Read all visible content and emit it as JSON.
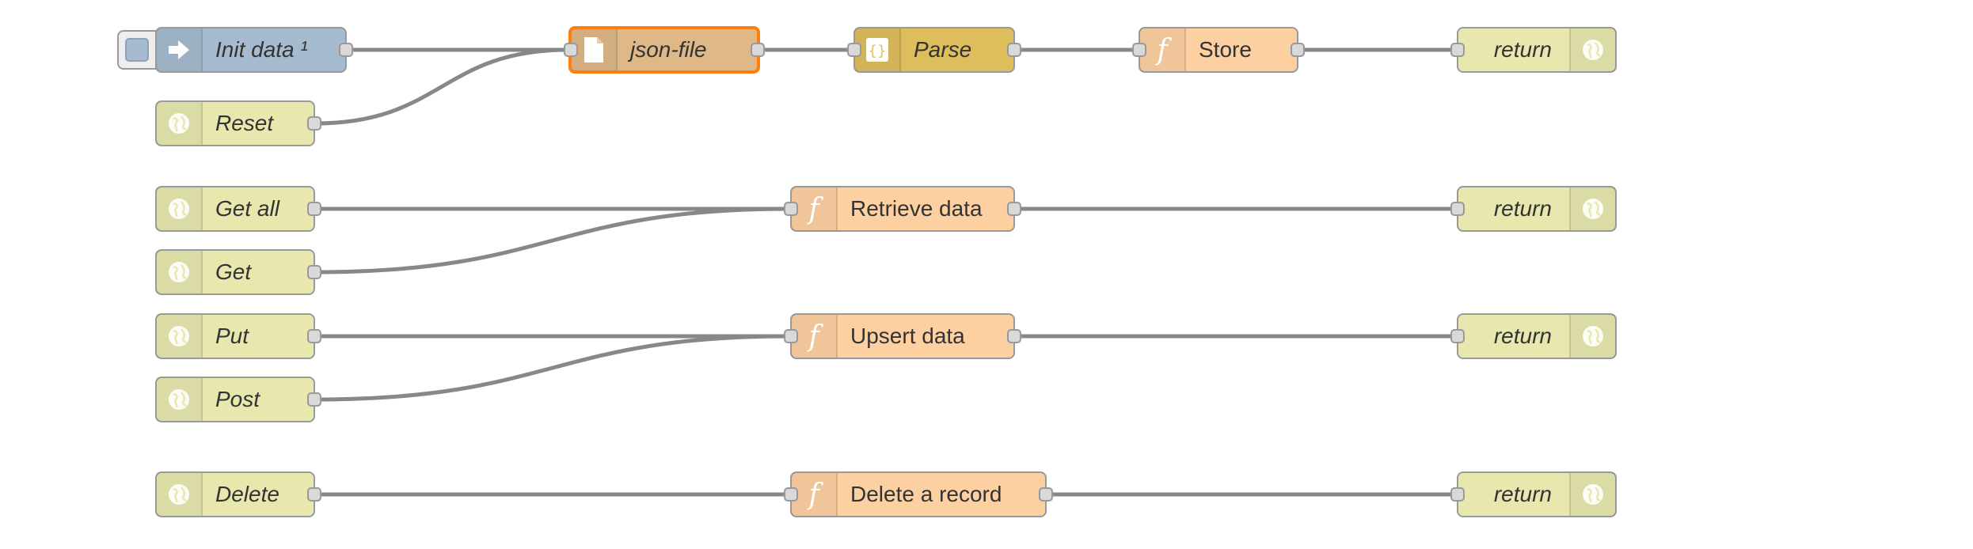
{
  "colors": {
    "inject": "#a6bbcf",
    "file": "#deb887",
    "json": "#debd5c",
    "function": "#fdd0a2",
    "http": "#e7e7ae",
    "wire": "#888888",
    "selected": "#ff7f0e"
  },
  "nodes": {
    "init": {
      "label": "Init data ¹",
      "icon": "arrow-in-icon"
    },
    "reset": {
      "label": "Reset",
      "icon": "globe-icon"
    },
    "jsonfile": {
      "label": "json-file",
      "icon": "file-icon"
    },
    "parse": {
      "label": "Parse",
      "icon": "json-braces-icon"
    },
    "store": {
      "label": "Store",
      "icon": "function-icon"
    },
    "return1": {
      "label": "return",
      "icon": "globe-icon"
    },
    "getall": {
      "label": "Get all",
      "icon": "globe-icon"
    },
    "get": {
      "label": "Get",
      "icon": "globe-icon"
    },
    "retrieve": {
      "label": "Retrieve data",
      "icon": "function-icon"
    },
    "return2": {
      "label": "return",
      "icon": "globe-icon"
    },
    "put": {
      "label": "Put",
      "icon": "globe-icon"
    },
    "post": {
      "label": "Post",
      "icon": "globe-icon"
    },
    "upsert": {
      "label": "Upsert data",
      "icon": "function-icon"
    },
    "return3": {
      "label": "return",
      "icon": "globe-icon"
    },
    "delete": {
      "label": "Delete",
      "icon": "globe-icon"
    },
    "deleterecord": {
      "label": "Delete a record",
      "icon": "function-icon"
    },
    "return4": {
      "label": "return",
      "icon": "globe-icon"
    }
  }
}
